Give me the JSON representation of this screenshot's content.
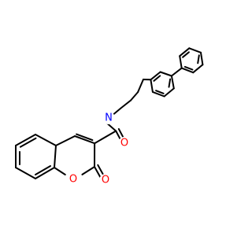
{
  "molecule": {
    "atoms": [
      {
        "id": "N1",
        "symbol": "N",
        "color": "#0000ff"
      },
      {
        "id": "O1",
        "symbol": "O",
        "color": "#ff0000"
      },
      {
        "id": "O2",
        "symbol": "O",
        "color": "#ff0000"
      },
      {
        "id": "O3",
        "symbol": "O",
        "color": "#ff0000"
      }
    ],
    "bond_color": "#000000",
    "background": "#ffffff"
  }
}
